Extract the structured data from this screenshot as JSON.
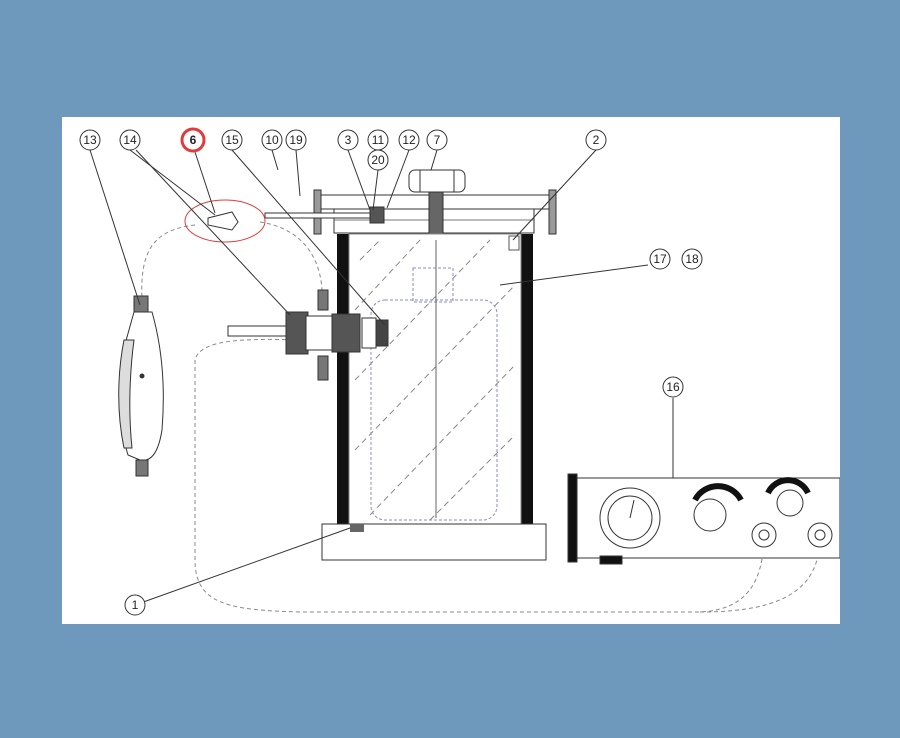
{
  "diagram": {
    "highlight_color": "#e23b3b",
    "callouts": [
      {
        "id": "c13",
        "label": "13"
      },
      {
        "id": "c14",
        "label": "14"
      },
      {
        "id": "c6",
        "label": "6",
        "highlighted": true
      },
      {
        "id": "c15",
        "label": "15"
      },
      {
        "id": "c10",
        "label": "10"
      },
      {
        "id": "c19",
        "label": "19"
      },
      {
        "id": "c3",
        "label": "3"
      },
      {
        "id": "c11",
        "label": "11"
      },
      {
        "id": "c20",
        "label": "20"
      },
      {
        "id": "c12",
        "label": "12"
      },
      {
        "id": "c7",
        "label": "7"
      },
      {
        "id": "c2",
        "label": "2"
      },
      {
        "id": "c17",
        "label": "17"
      },
      {
        "id": "c18",
        "label": "18"
      },
      {
        "id": "c16",
        "label": "16"
      },
      {
        "id": "c1",
        "label": "1"
      }
    ]
  }
}
